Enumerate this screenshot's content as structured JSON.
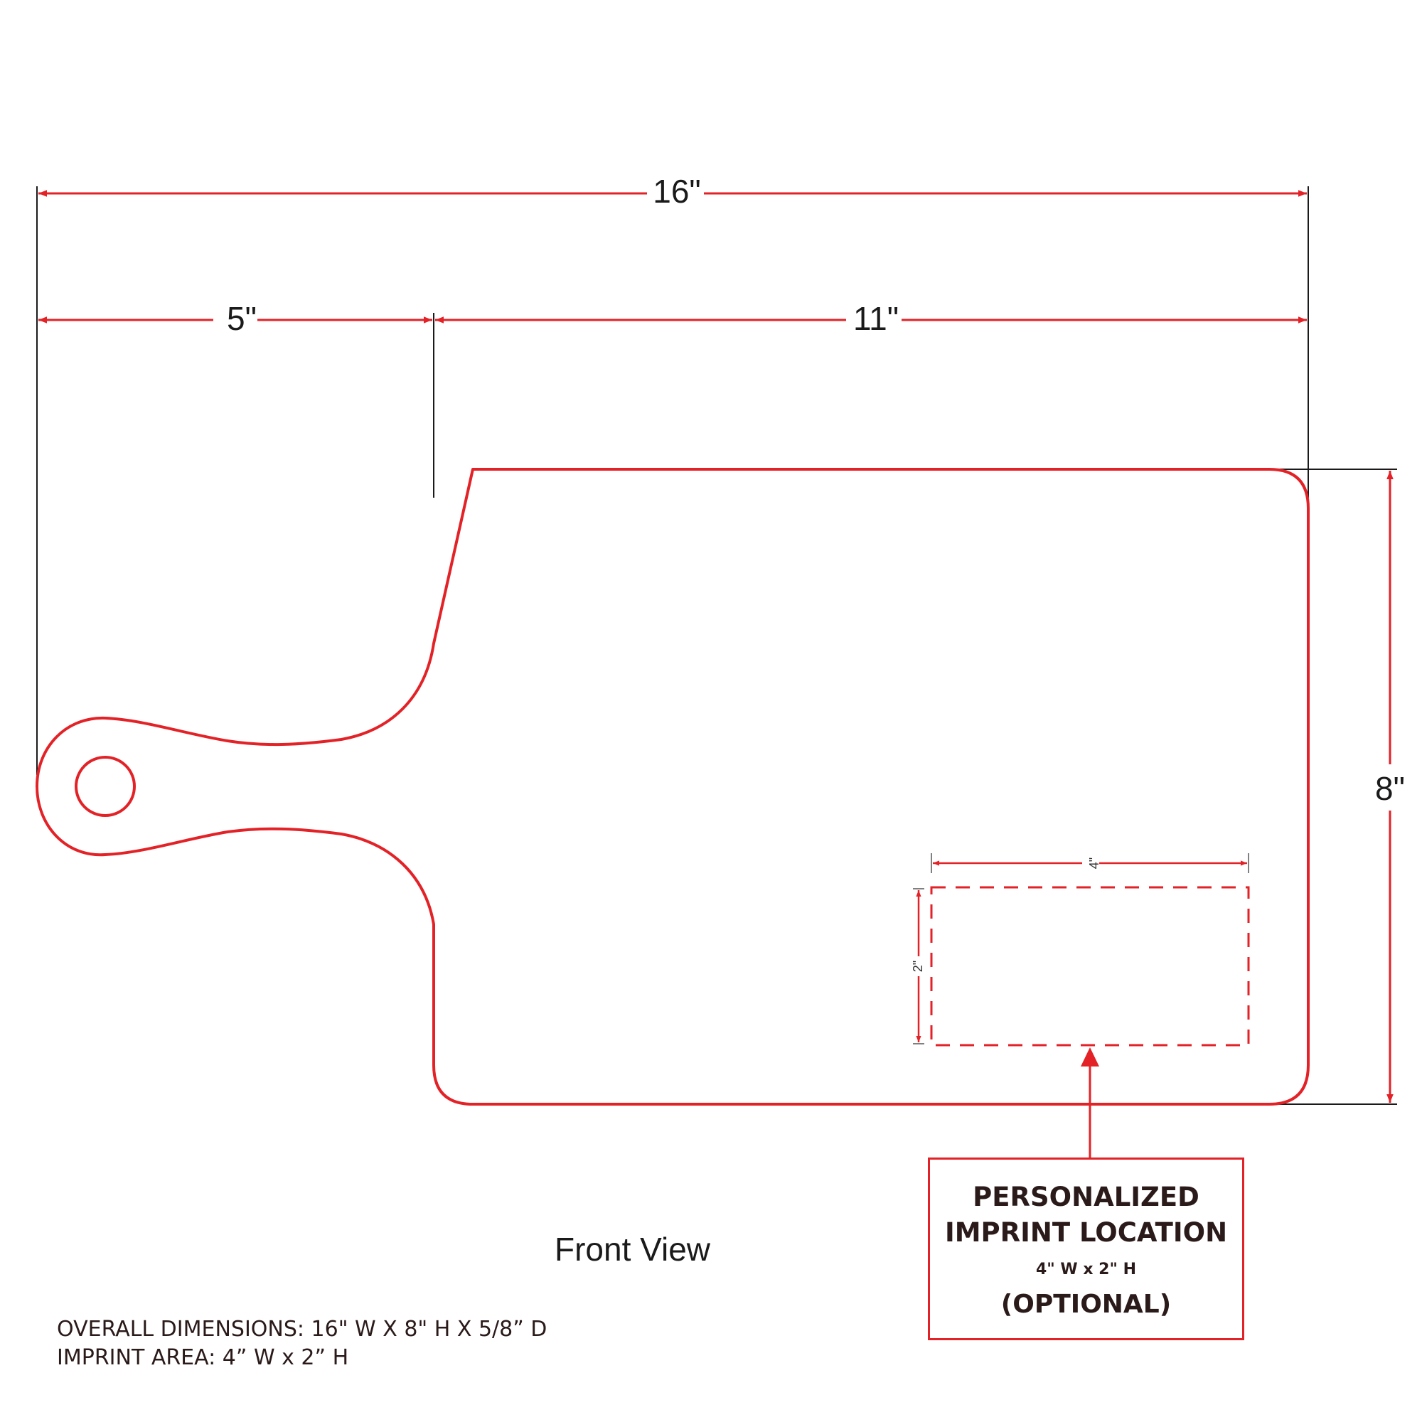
{
  "colors": {
    "outline": "#e32227",
    "guide": "#1a1a1a",
    "text": "#2b1a1a"
  },
  "dimensions": {
    "total_width": "16\"",
    "handle_width": "5\"",
    "board_width": "11\"",
    "height": "8\"",
    "imprint_width": "4\"",
    "imprint_height": "2\""
  },
  "callout": {
    "title_line1": "PERSONALIZED",
    "title_line2": "IMPRINT LOCATION",
    "size": "4\" W x 2\" H",
    "note": "(OPTIONAL)"
  },
  "view_label": "Front View",
  "specs": {
    "overall": "OVERALL DIMENSIONS: 16\" W X 8\" H X 5/8” D",
    "imprint": "IMPRINT AREA: 4” W x 2” H"
  }
}
